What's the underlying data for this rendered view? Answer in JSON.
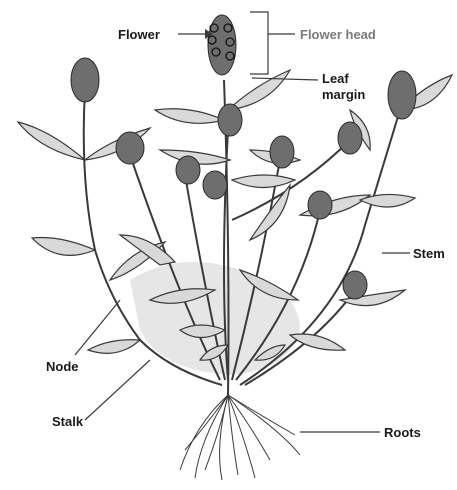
{
  "diagram": {
    "labels": {
      "flower": "Flower",
      "flower_head": "Flower head",
      "leaf_margin_line1": "Leaf",
      "leaf_margin_line2": "margin",
      "stem": "Stem",
      "node": "Node",
      "stalk": "Stalk",
      "roots": "Roots"
    },
    "colors": {
      "label_dark": "#1a1a1a",
      "label_grey": "#7a7a7a",
      "ink": "#3a3a3a",
      "leaf_fill": "#d9d9d9",
      "flower_fill": "#6e6e6e",
      "background_wash": "#e6e6e6"
    }
  }
}
